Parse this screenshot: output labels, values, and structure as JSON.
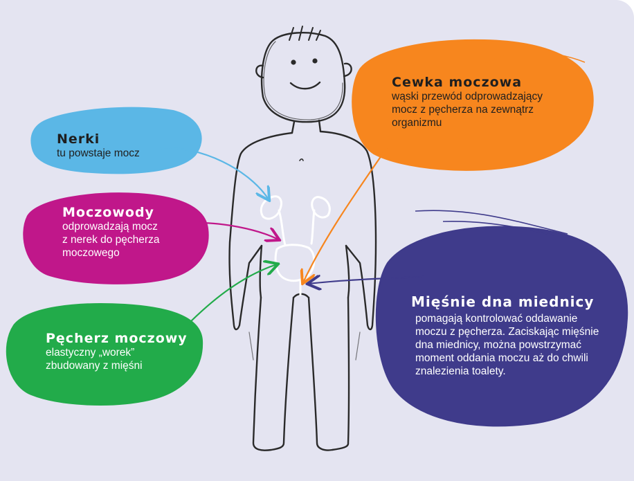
{
  "colors": {
    "background": "#e4e4f1",
    "nerki": "#5bb7e6",
    "moczowody": "#c0178a",
    "pecherz": "#22ab4a",
    "cewka": "#f7861e",
    "miesnie": "#3f3b8b",
    "outline": "#2a2a2a"
  },
  "callouts": {
    "nerki": {
      "title": "Nerki",
      "desc": "tu powstaje mocz"
    },
    "moczowody": {
      "title": "Moczowody",
      "desc": "odprowadzają mocz\nz nerek do pęcherza\nmoczowego"
    },
    "pecherz": {
      "title": "Pęcherz moczowy",
      "desc": "elastyczny „worek”\nzbudowany z mięśni"
    },
    "cewka": {
      "title": "Cewka moczowa",
      "desc": "wąski przewód odprowadzający\nmocz z pęcherza na zewnątrz\norganizmu"
    },
    "miesnie": {
      "title": "Mięśnie dna miednicy",
      "desc": "pomagają kontrolować oddawanie\nmoczu z pęcherza. Zaciskając mięśnie\ndna miednicy, można powstrzymać\nmoment oddania moczu aż do chwili\nznalezienia toalety."
    }
  }
}
